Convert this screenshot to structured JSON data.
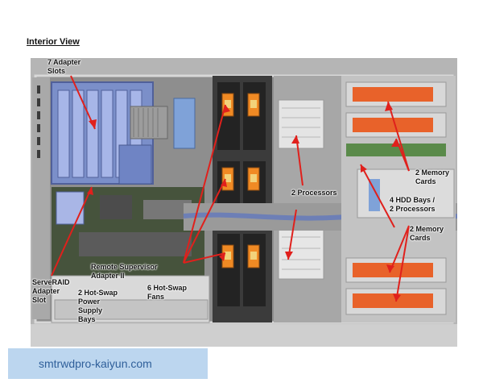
{
  "title": "Interior View",
  "labels": {
    "adapter_slots": "7 Adapter\nSlots",
    "memory_cards_top": "2 Memory\nCards",
    "processors": "2 Processors",
    "hdd_bays": "4 HDD Bays /\n2 Processors",
    "memory_cards_bottom": "2 Memory\nCards",
    "remote_supervisor": "Remote Supervisor\nAdapter II",
    "serveraid": "ServeRAID\nAdapter\nSlot",
    "power_supply": "2 Hot-Swap\nPower\nSupply\nBays",
    "fans": "6 Hot-Swap\nFans"
  },
  "watermark": "smtrwdpro-kaiyun.com",
  "colors": {
    "arrow": "#e0201c",
    "fan_orange": "#f08a24",
    "memory_orange": "#e8622a"
  }
}
